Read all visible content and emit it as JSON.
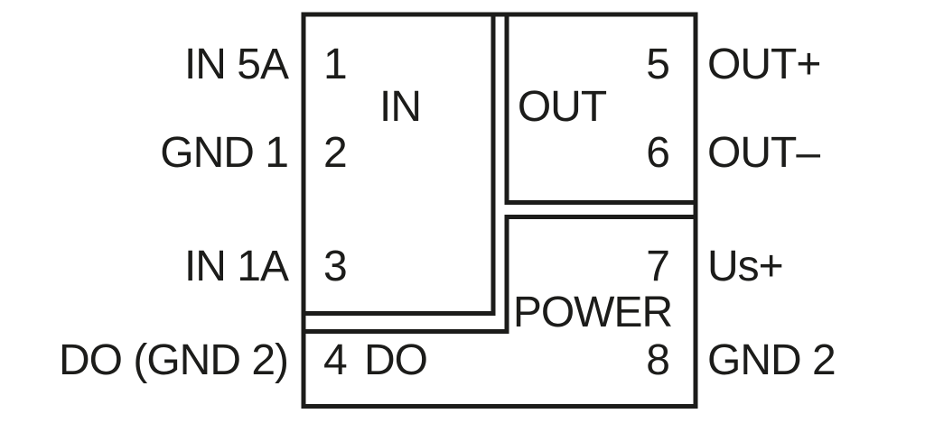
{
  "diagram": {
    "kind": "module-pin-assignment",
    "colors": {
      "line": "#1c1c1a",
      "background": "#ffffff"
    },
    "blocks": {
      "in": {
        "label": "IN"
      },
      "out": {
        "label": "OUT"
      },
      "power": {
        "label": "POWER"
      },
      "do": {
        "label": "DO"
      }
    },
    "pins": [
      {
        "number": "1",
        "side": "left",
        "block": "in",
        "external_label": "IN 5A"
      },
      {
        "number": "2",
        "side": "left",
        "block": "in",
        "external_label": "GND 1"
      },
      {
        "number": "3",
        "side": "left",
        "block": "in",
        "external_label": "IN 1A"
      },
      {
        "number": "4",
        "side": "left",
        "block": "do",
        "external_label": "DO (GND 2)"
      },
      {
        "number": "5",
        "side": "right",
        "block": "out",
        "external_label": "OUT+"
      },
      {
        "number": "6",
        "side": "right",
        "block": "out",
        "external_label": "OUT–"
      },
      {
        "number": "7",
        "side": "right",
        "block": "power",
        "external_label": "Us+"
      },
      {
        "number": "8",
        "side": "right",
        "block": "power",
        "external_label": "GND 2"
      }
    ]
  }
}
